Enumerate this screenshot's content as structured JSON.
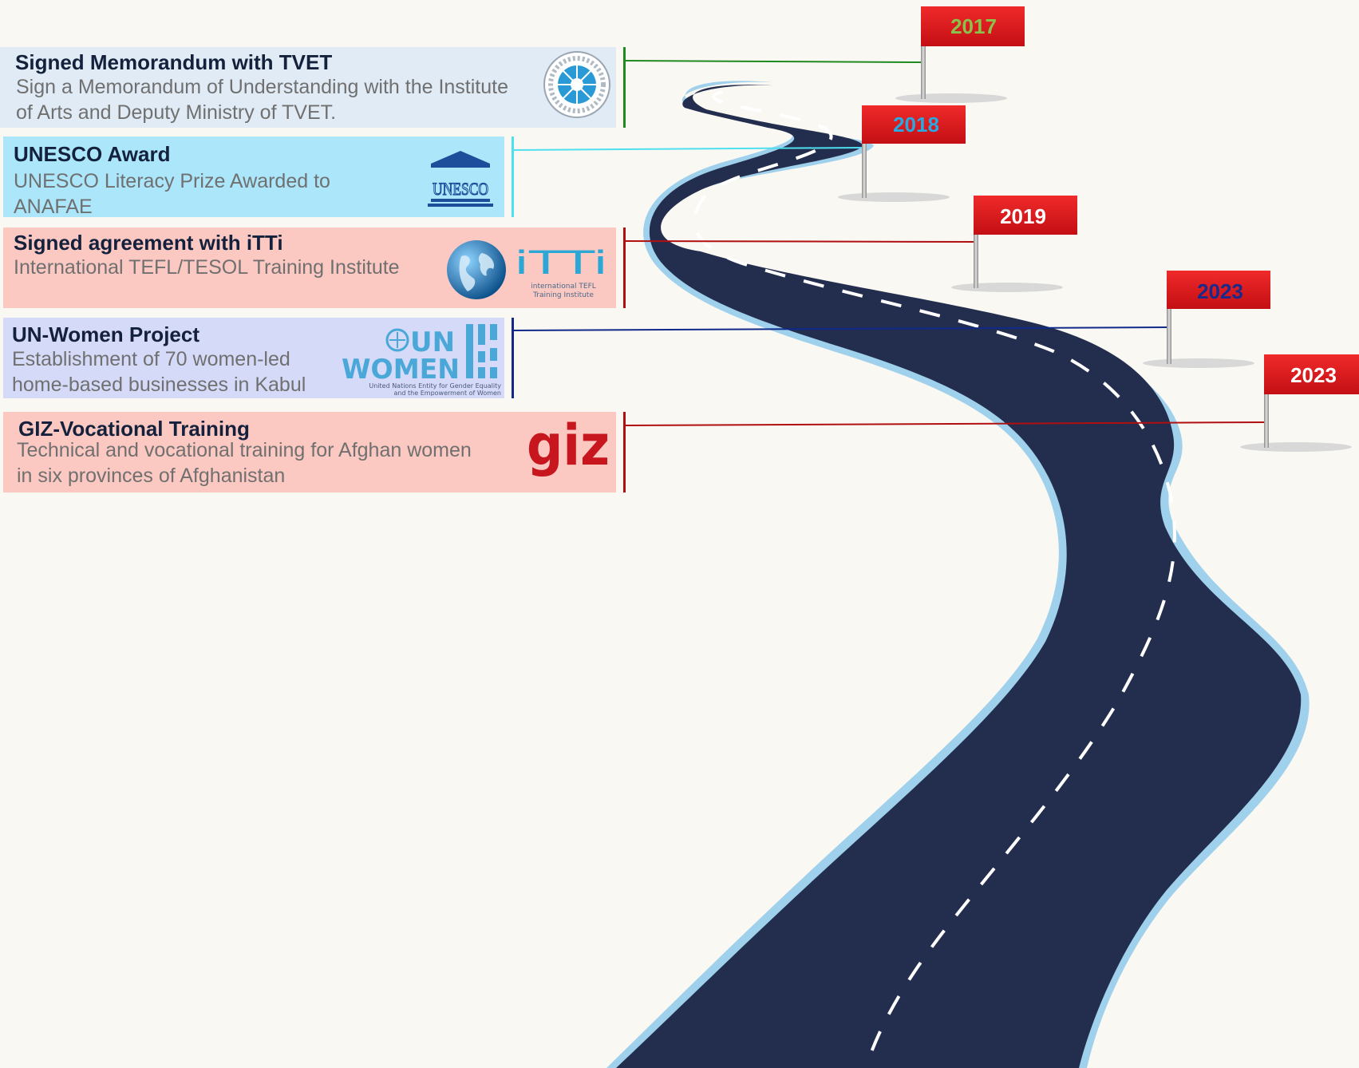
{
  "milestones": [
    {
      "year": "2017",
      "year_color": "#8bc34a",
      "title": "Signed Memorandum with TVET",
      "desc_line1": "Sign a Memorandum of Understanding with the Institute",
      "desc_line2": "of Arts and Deputy Ministry of TVET.",
      "card_color": "#e0ebf6",
      "line_color": "#1f8a1f",
      "logo": "tvet-seal-logo"
    },
    {
      "year": "2018",
      "year_color": "#29a9e1",
      "title": "UNESCO Award",
      "desc_line1": "UNESCO Literacy Prize Awarded to",
      "desc_line2": "ANAFAE",
      "card_color": "#abe6fa",
      "line_color": "#4fe0f0",
      "logo": "unesco-logo",
      "logo_text": "UNESCO"
    },
    {
      "year": "2019",
      "year_color": "#ffffff",
      "title": "Signed agreement with iTTi",
      "desc_line1": "International TEFL/TESOL Training Institute",
      "desc_line2": "",
      "card_color": "#fbc8c2",
      "line_color": "#b01010",
      "logo": "itti-logo",
      "logo_text": "iTTi",
      "logo_sub1": "international TEFL",
      "logo_sub2": "Training Institute"
    },
    {
      "year": "2023",
      "year_color": "#1a2a8a",
      "title": "UN-Women Project",
      "desc_line1": "Establishment of 70 women-led",
      "desc_line2": "home-based businesses in Kabul",
      "card_color": "#d5daf8",
      "line_color": "#102a8a",
      "logo": "un-women-logo",
      "logo_un": "UN",
      "logo_women": "WOMEN",
      "logo_sub1": "United Nations Entity for Gender Equality",
      "logo_sub2": "and the Empowerment of Women"
    },
    {
      "year": "2023",
      "year_color": "#ffffff",
      "title": "GIZ-Vocational Training",
      "desc_line1": "Technical and vocational training for  Afghan women",
      "desc_line2": "in six provinces of Afghanistan",
      "card_color": "#fbc8c2",
      "line_color": "#b01010",
      "logo": "giz-logo",
      "logo_text": "giz"
    }
  ],
  "colors": {
    "road": "#232d4d",
    "road_edge": "#8ec9ea",
    "flag": "#e8161b",
    "pole": "#a6a6a6",
    "background": "#faf8f3"
  }
}
